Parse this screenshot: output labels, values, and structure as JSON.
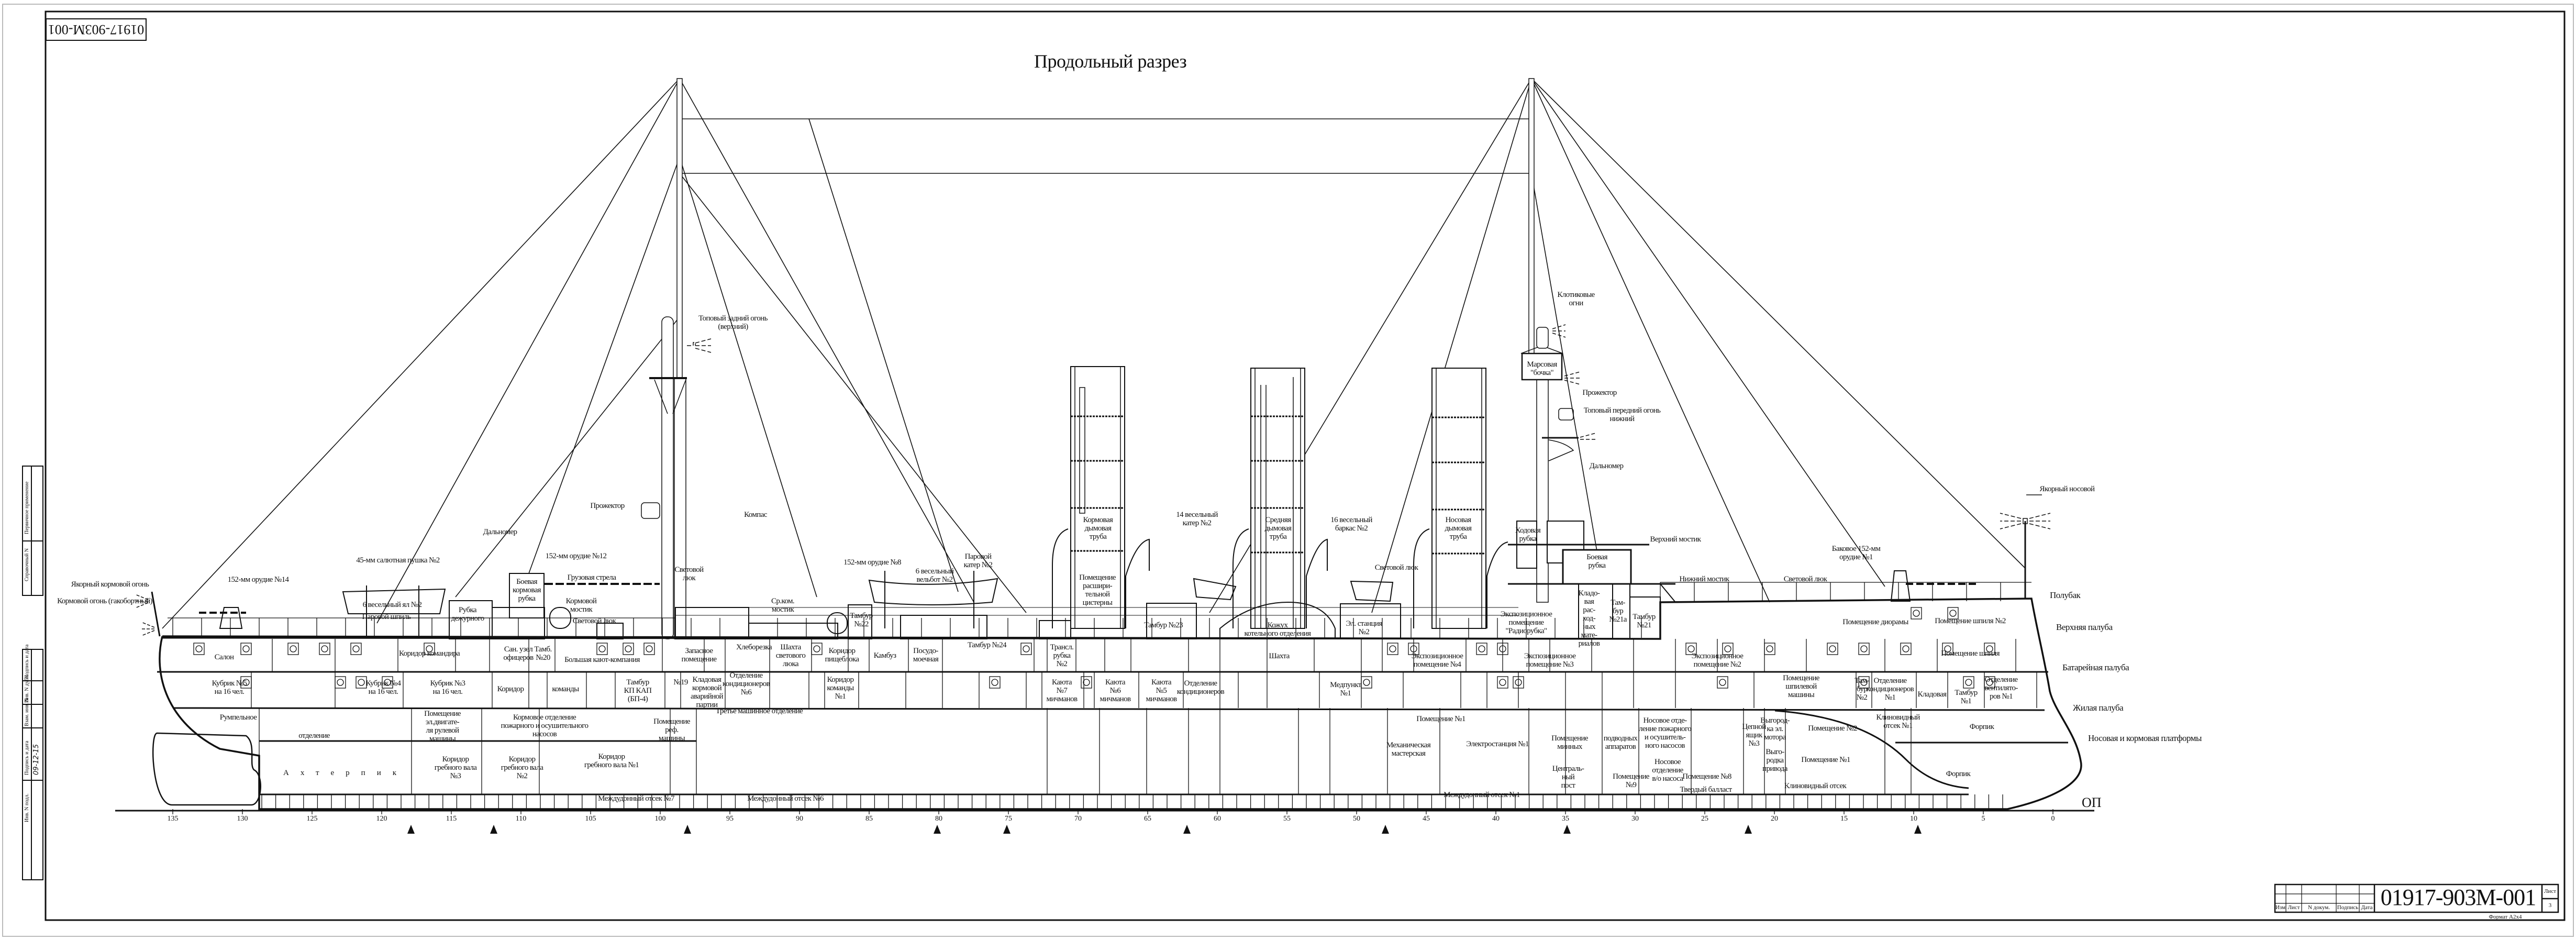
{
  "title": "Продольный разрез",
  "document": {
    "number": "01917-903М-001",
    "number_rotated": "01917-903М-001",
    "stamp": {
      "col_change": "Изм",
      "col_sheet": "Лист",
      "col_doc": "N докум.",
      "col_signature": "Подпись",
      "col_date": "Дата",
      "sheet_label": "Лист",
      "sheet_number": "3",
      "format": "Формат A2x4"
    },
    "side_stamp": {
      "first_use": "Первичное применение",
      "reference": "Справочный N",
      "sign_date_1": "Подпись и дата",
      "dup_inv": "Инв. N дубл.",
      "replace_inv": "Взам. инв. N",
      "sign_date_2": "Подпись и дата",
      "orig_inv": "Инв. N подл.",
      "handwritten_date": "09-12-15"
    }
  },
  "deck_labels": {
    "forecastle": "Полубак",
    "upper_deck": "Верхняя палуба",
    "battery_deck": "Батарейная палуба",
    "living_deck": "Жилая палуба",
    "platforms": "Носовая и кормовая платформы",
    "baseline": "ОП"
  },
  "frames": [
    135,
    130,
    125,
    120,
    115,
    110,
    105,
    100,
    95,
    90,
    85,
    80,
    75,
    70,
    65,
    60,
    55,
    50,
    45,
    40,
    35,
    30,
    25,
    20,
    15,
    10,
    5,
    0
  ],
  "annotations": [
    "Якорный кормовой огонь",
    "Кормовой огонь (гакобортный)",
    "152-мм орудие №14",
    "45-мм салютная пушка №2",
    "6 весельный ял №2",
    "Паровой шпиль",
    "Рубка\nдежурного",
    "Боевая\nкормовая\nрубка",
    "152-мм орудие №12",
    "Грузовая стрела",
    "Кормовой\nмостик",
    "Световой люк",
    "Дальномер",
    "Прожектор",
    "Топовый задний огонь\n(верхний)",
    "Компас",
    "Световой\nлюк",
    "Ср.ком.\nмостик",
    "152-мм орудие №8",
    "6 весельный\nвельбот №2",
    "Паровой\nкатер №2",
    "14 весельный\nкатер №2",
    "16 весельный\nбаркас №2",
    "Световой люк",
    "Кормовая\nдымовая\nтруба",
    "Средняя\nдымовая\nтруба",
    "Носовая\nдымовая\nтруба",
    "Помещение\nрасшири-\nтельной\nцистерны",
    "Клотиковые\nогни",
    "Марсовая\n\"бочка\"",
    "Прожектор",
    "Топовый передний огонь\nнижний",
    "Дальномер",
    "Ходовая\nрубка",
    "Верхний мостик",
    "Боевая\nрубка",
    "Нижний мостик",
    "Световой люк",
    "Баковое 152-мм\nорудие №1",
    "Якорный носовой"
  ],
  "compartments": [
    "Салон",
    "Коридор командира",
    "Кубрик №5\nна 16 чел.",
    "Кубрик №4\nна 16 чел.",
    "Кубрик №3\nна 16 чел.",
    "Сан. узел\nофицеров",
    "Тамб.\n№20",
    "Большая кают-компания",
    "Коридор",
    "команды",
    "Тамбур\nКП КАП\n(БП-4)",
    "Запасное\nпомещение",
    "Хлеборезка",
    "Шахта\nсветового\nлюка",
    "Коридор\nпищеблока",
    "Камбуз",
    "Посудо-\nмоечная",
    "Тамбур\n№22",
    "№19",
    "Кладовая\nкормовой\nаварийной\nпартии",
    "Отделение\nкондиционеров\n№6",
    "Коридор\nкоманды\n№1",
    "Тамбур №24",
    "Трансл.\nрубка\n№2",
    "Тамбур №23",
    "Кожух\nкотельного отделения",
    "Эл. станция\n№2",
    "Каюта\n№7\nмичманов",
    "Каюта\n№6\nмичманов",
    "Каюта\n№5\nмичманов",
    "Отделение\nкондиционеров",
    "Шахта",
    "Медпункт\n№1",
    "Экспозиционное\nпомещение №4",
    "Экспозиционное\nпомещение №3",
    "Экспозиционное\nпомещение №2",
    "Помещение диорамы",
    "Помещение шпиля №2",
    "Тамбур\n№21",
    "Там-\nбур\n№21а",
    "Кладо-\nвая\nрас-\nход-\nных\nмате-\nриалов",
    "Экспозиционное\nпомещение\n\"Радиорубка\"",
    "Помещение №1",
    "Электростанция №1",
    "Механическая\nмастерская",
    "Междудонный отсек №1",
    "Помещение\nминных",
    "подводных\nаппаратов",
    "Централь-\nный\nпост",
    "Помещение\n№9",
    "Носовое отде-\nление пожарного\nи осушитель-\nного насосов",
    "Носовое\nотделение\nв/о насоса",
    "Помещение №8",
    "Твердый балласт",
    "Цепной\nящик\n№3",
    "Выгород-\nка эл.\nмотора",
    "Выго-\nродка\nпривода",
    "Помещение №2",
    "Помещение №1",
    "Клиновидный отсек",
    "Клиновидный\nотсек №1",
    "Форпик",
    "Форпик",
    "Помещение\nшпилевой\nмашины",
    "Там-\nбур\n№2",
    "Отделение\nкондиционеров\n№1",
    "Кладовая",
    "Тамбур\n№1",
    "Отделение\nвентилято-\nров №1",
    "Румпельное",
    "отделение",
    "Ахтерпик",
    "Помещение\nэл.двигате-\nля рулевой\nмашины",
    "Кормовое отделение\nпожарного и осушительного\nнасосов",
    "Помещение\nреф.\nмашины",
    "Третье машинное отделение",
    "Коридор\nгребного вала\n№3",
    "Коридор\nгребного вала\n№2",
    "Коридор\nгребного вала №1",
    "Междудонный отсек №7",
    "Помещение шпиля",
    "Междудонный отсек №6"
  ]
}
